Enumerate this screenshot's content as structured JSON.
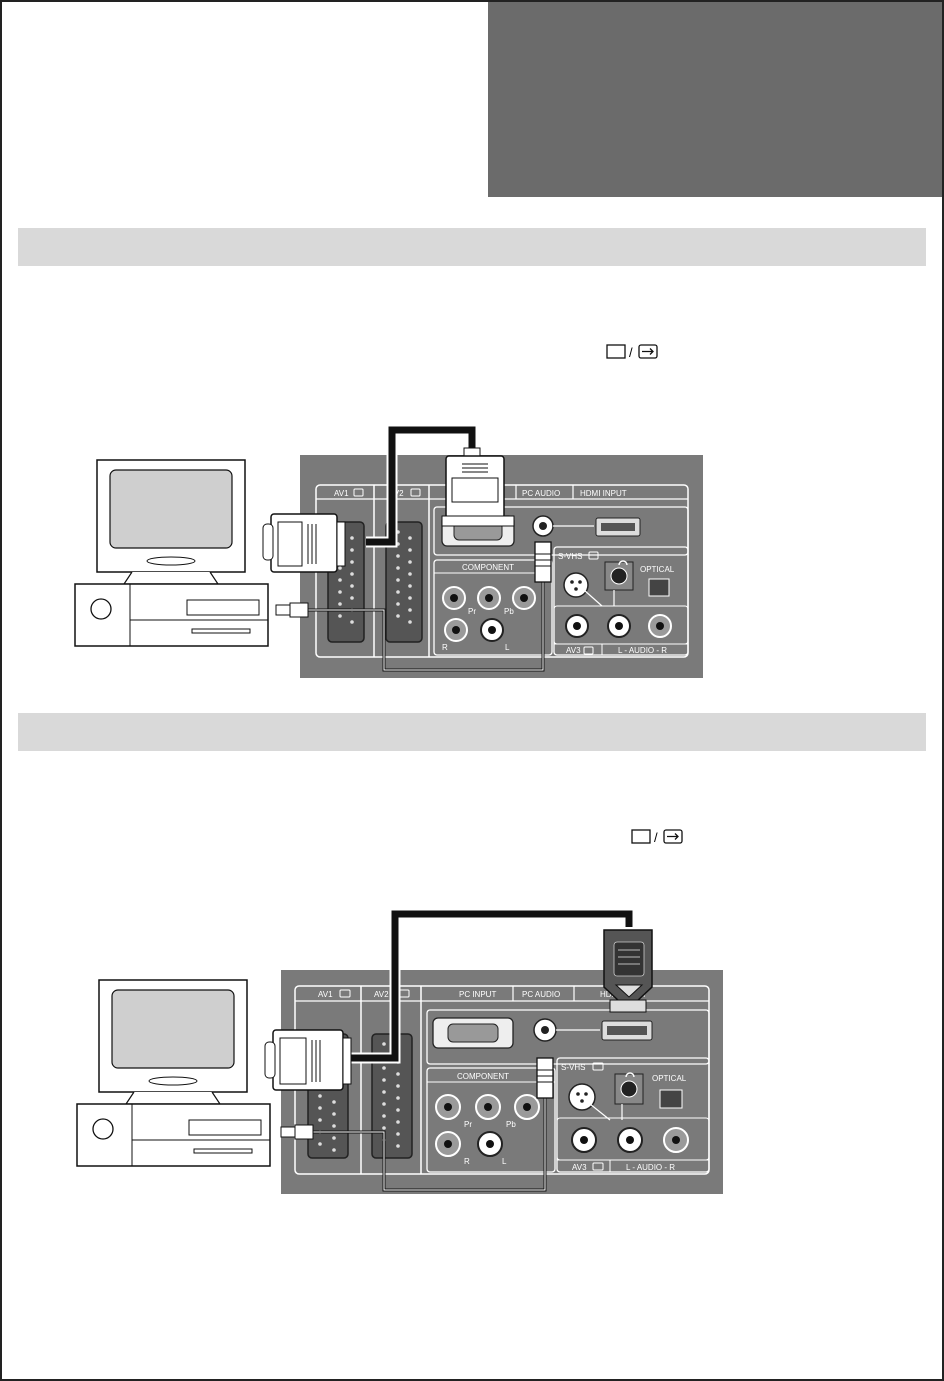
{
  "colors": {
    "panel": "#7a7a7a",
    "header_block": "#6b6b6b",
    "section_bar": "#d9d9d9",
    "cable": "#111111",
    "jack_ring": "#9a9a9a"
  },
  "sections": [
    {
      "panel": {
        "labels": {
          "av1": "AV1",
          "av2": "AV2",
          "pc_audio": "PC AUDIO",
          "hdmi_input": "HDMI INPUT",
          "component": "COMPONENT",
          "svhs": "S-VHS",
          "optical": "OPTICAL",
          "av3": "AV3",
          "audio_lr": "L - AUDIO - R",
          "pr": "Pr",
          "pb": "Pb",
          "r": "R",
          "l": "L"
        }
      }
    },
    {
      "panel": {
        "labels": {
          "av1": "AV1",
          "av2": "AV2",
          "pc_input": "PC INPUT",
          "pc_audio": "PC AUDIO",
          "hdmi_input": "HDMI INPUT",
          "component": "COMPONENT",
          "svhs": "S-VHS",
          "optical": "OPTICAL",
          "av3": "AV3",
          "audio_lr": "L - AUDIO - R",
          "pr": "Pr",
          "pb": "Pb",
          "r": "R",
          "l": "L"
        }
      }
    }
  ]
}
